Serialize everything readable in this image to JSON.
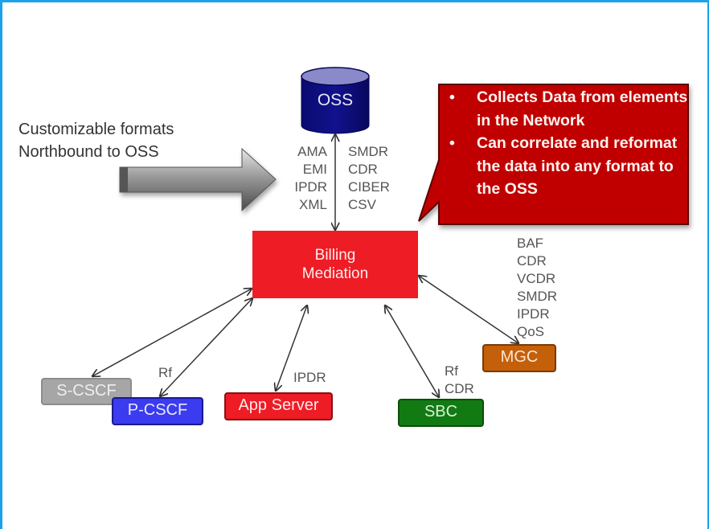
{
  "colors": {
    "frame_border": "#1aa3ec",
    "oss_cylinder": "#0d0d80",
    "oss_cylinder_top": "#8a8acb",
    "billing_box": "#ee1c25",
    "callout_fill": "#c00000",
    "s_cscf": "#a6a6a6",
    "p_cscf": "#3b3bef",
    "app_server": "#ee1c25",
    "sbc": "#127a12",
    "mgc": "#c45f0a",
    "connector": "#333333",
    "label_text": "#555555"
  },
  "caption": {
    "line1": "Customizable formats",
    "line2": "Northbound to OSS"
  },
  "oss": {
    "label": "OSS",
    "icon": "database-cylinder-icon"
  },
  "northbound_formats": {
    "left": [
      "AMA",
      "EMI",
      "IPDR",
      "XML"
    ],
    "right": [
      "SMDR",
      "CDR",
      "CIBER",
      "CSV"
    ]
  },
  "billing_mediation": {
    "line1": "Billing",
    "line2": "Mediation"
  },
  "callout": {
    "bullets": [
      "Collects Data from elements in the Network",
      "Can correlate and reformat the data into any format to the OSS"
    ],
    "bullet_glyph": "•"
  },
  "network_elements": {
    "s_cscf": {
      "label": "S-CSCF"
    },
    "p_cscf": {
      "label": "P-CSCF",
      "interface": "Rf"
    },
    "app_server": {
      "label": "App Server",
      "interface": "IPDR"
    },
    "sbc": {
      "label": "SBC",
      "interfaces": [
        "Rf",
        "CDR"
      ]
    },
    "mgc": {
      "label": "MGC",
      "formats": [
        "BAF",
        "CDR",
        "VCDR",
        "SMDR",
        "IPDR",
        "QoS"
      ]
    }
  }
}
